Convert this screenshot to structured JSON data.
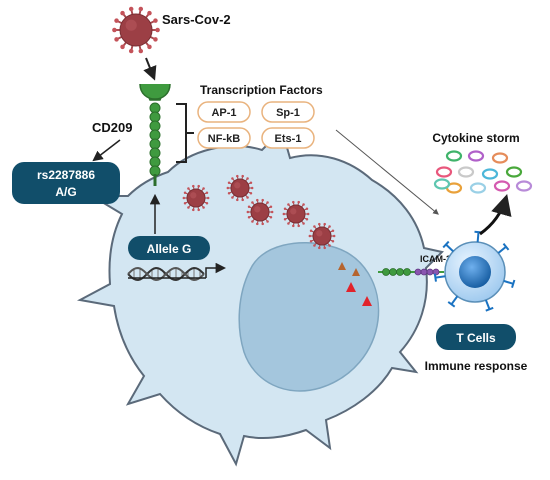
{
  "diagram": {
    "virus_label": "Sars-Cov-2",
    "receptor_label": "CD209",
    "snp_box": {
      "line1": "rs2287886",
      "line2": "A/G"
    },
    "transcription_factors": {
      "title": "Transcription Factors",
      "items": [
        "AP-1",
        "Sp-1",
        "NF-kB",
        "Ets-1"
      ]
    },
    "allele_label": "Allele G",
    "icam_label": "ICAM-3",
    "tcell_label": "T Cells",
    "immune_label": "Immune response",
    "cytokine_label": "Cytokine storm"
  },
  "colors": {
    "cell_fill": "#d3e6f2",
    "cell_stroke": "#5b6a7a",
    "nucleus_fill": "#a4c6dd",
    "dark_box": "#114e6a",
    "receptor": "#3f9a3f",
    "receptor_dark": "#2c6e2c",
    "virus_body": "#9c3f45",
    "tf_border": "#e9b37e",
    "tcell_core": "#1b73c2"
  }
}
